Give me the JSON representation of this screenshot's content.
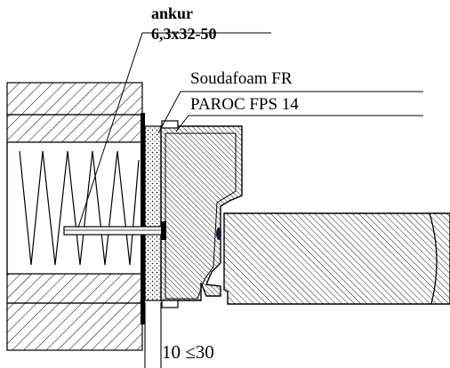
{
  "labels": {
    "anchor_name": "ankur",
    "anchor_spec": "6,3x32-50",
    "sealant": "Soudafoam FR",
    "insulation": "PAROC FPS 14",
    "dimension": "10 ≤30"
  },
  "colors": {
    "line": "#000000",
    "background": "#ffffff",
    "dark_accent": "#1a1a3a"
  }
}
